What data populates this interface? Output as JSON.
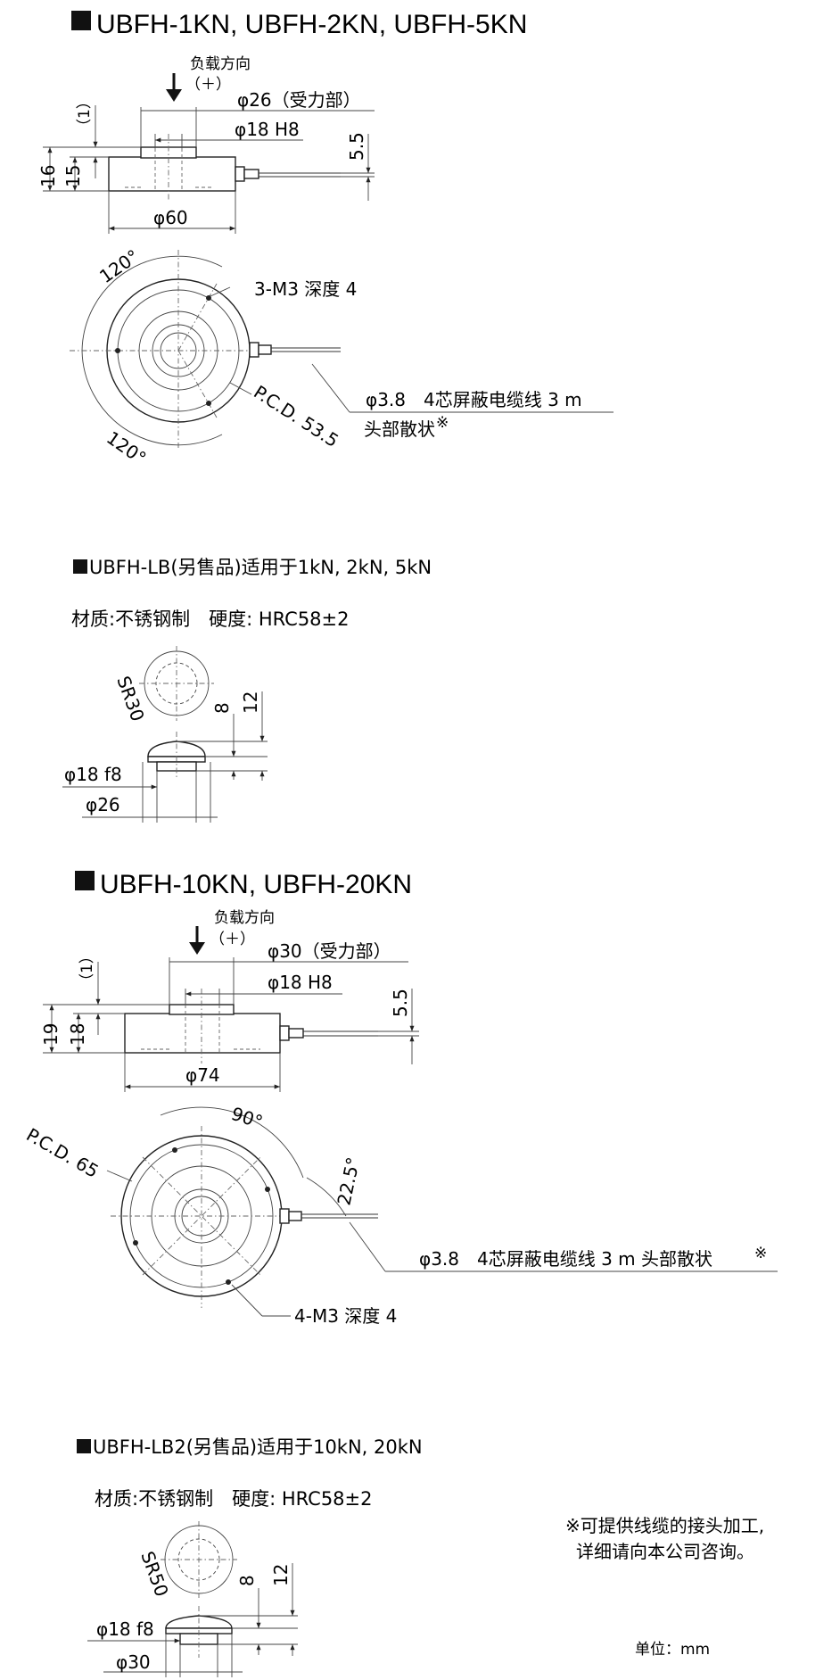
{
  "section1": {
    "title": "UBFH-1KN, UBFH-2KN, UBFH-5KN",
    "load_direction": "负载方向",
    "load_sign": "（＋）",
    "dim_force_part": "φ26（受力部）",
    "dim_bore": "φ18 H8",
    "dim_height_5_5": "5.5",
    "dim_one": "（1）",
    "dim_16": "16",
    "dim_15": "15",
    "dim_diameter": "φ60",
    "angle_top": "120°",
    "angle_bottom": "120°",
    "thread_note": "3-M3 深度 4",
    "pcd": "P.C.D. 53.5",
    "cable_note": "φ3.8　4芯屏蔽电缆线  3 m",
    "cable_end": "头部散状",
    "cable_mark": "※"
  },
  "section2": {
    "title": "UBFH-LB(另售品)适用于1kN, 2kN, 5kN",
    "material": "材质:不锈钢制　硬度: HRC58±2",
    "sr": "SR30",
    "dim_8": "8",
    "dim_12": "12",
    "dim_fit": "φ18 f8",
    "dim_dia": "φ26"
  },
  "section3": {
    "title": "UBFH-10KN, UBFH-20KN",
    "load_direction": "负载方向",
    "load_sign": "（＋）",
    "dim_force_part": "φ30（受力部）",
    "dim_bore": "φ18 H8",
    "dim_height_5_5": "5.5",
    "dim_one": "（1）",
    "dim_19": "19",
    "dim_18": "18",
    "dim_diameter": "φ74",
    "angle_90": "90°",
    "angle_22_5": "22.5°",
    "pcd": "P.C.D. 65",
    "cable_note": "φ3.8　4芯屏蔽电缆线  3 m 头部散状",
    "cable_mark": "※",
    "thread_note": "4-M3 深度 4"
  },
  "section4": {
    "title": "UBFH-LB2(另售品)适用于10kN, 20kN",
    "material": "材质:不锈钢制　硬度: HRC58±2",
    "sr": "SR50",
    "dim_8": "8",
    "dim_12": "12",
    "dim_fit": "φ18 f8",
    "dim_dia": "φ30"
  },
  "footnote": {
    "line1": "※可提供线缆的接头加工,",
    "line2": "详细请向本公司咨询。"
  },
  "unit": "单位：mm"
}
